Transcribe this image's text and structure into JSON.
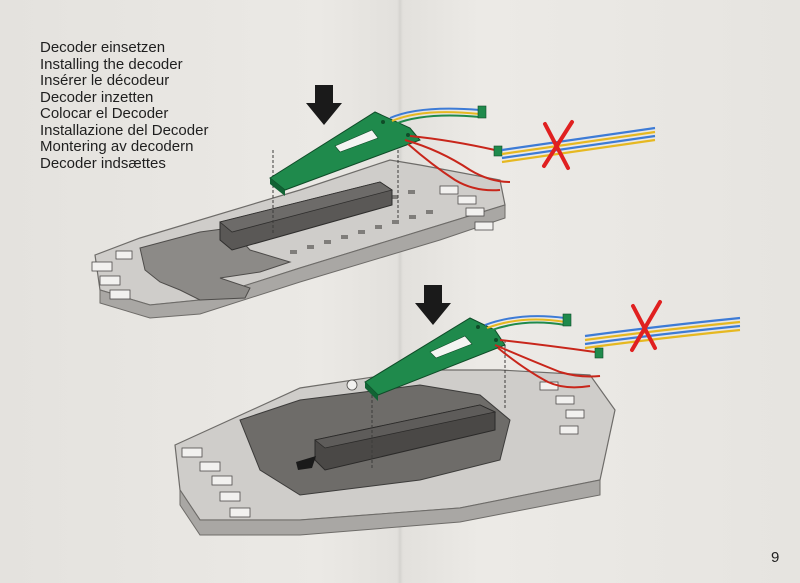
{
  "instructions": {
    "lines": [
      "Decoder einsetzen",
      "Installing the decoder",
      "Insérer le décodeur",
      "Decoder inzetten",
      "Colocar el Decoder",
      "Installazione del Decoder",
      "Montering av decodern",
      "Decoder indsættes"
    ]
  },
  "page_number": "9",
  "colors": {
    "paper": "#e8e6e2",
    "track_light": "#cfcdca",
    "track_mid": "#a9a7a4",
    "track_dark": "#7f7d7a",
    "decoder_housing": "#5a5856",
    "circuit_board": "#1f8a4c",
    "arrow": "#1a1a1a",
    "wire_blue": "#3d7bd6",
    "wire_yellow": "#e6b820",
    "wire_red": "#c8261b",
    "cross_mark": "#e02020"
  },
  "icons": {
    "top_arrow": "down-arrow-icon",
    "bottom_arrow": "down-arrow-icon",
    "top_cross": "cross-mark-icon",
    "bottom_cross": "cross-mark-icon"
  }
}
